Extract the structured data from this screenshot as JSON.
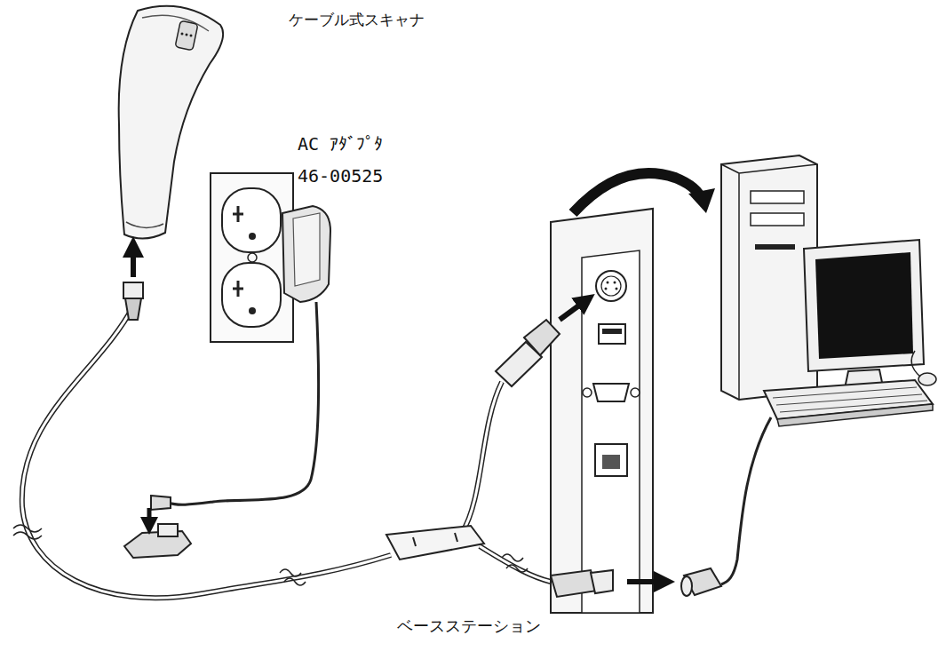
{
  "diagram": {
    "labels": [
      "ケーブル式スキャナ",
      "AC ｱﾀﾞﾌﾟﾀ",
      "46-00525",
      "ベースステーション"
    ]
  }
}
